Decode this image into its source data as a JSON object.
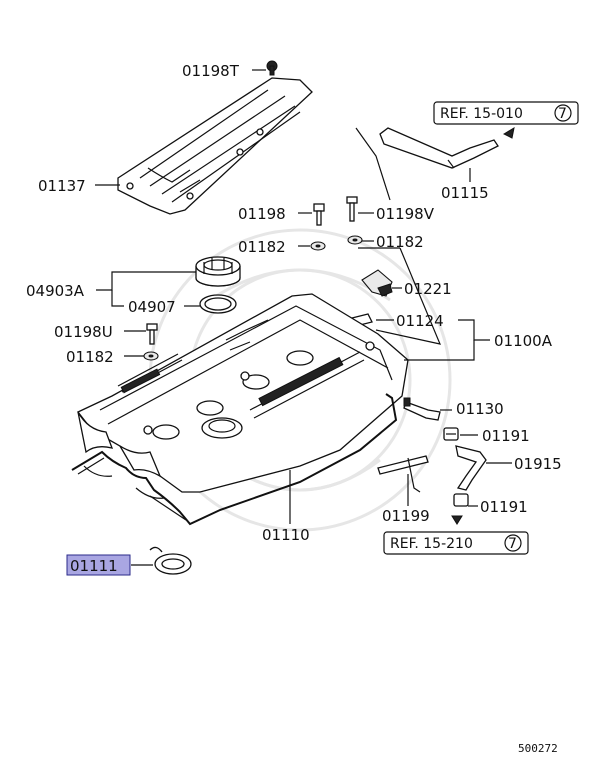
{
  "labels": {
    "p01198T": "01198T",
    "p01137": "01137",
    "p01198": "01198",
    "p01198V": "01198V",
    "p01182a": "01182",
    "p01182b": "01182",
    "p04903A": "04903A",
    "p04907": "04907",
    "p01221": "01221",
    "p01198U": "01198U",
    "p01124": "01124",
    "p01100A": "01100A",
    "p01182c": "01182",
    "p01130": "01130",
    "p01191a": "01191",
    "p01915": "01915",
    "p01199": "01199",
    "p01191b": "01191",
    "p01110": "01110",
    "p01111": "01111",
    "p01115": "01115"
  },
  "refs": {
    "top_text": "REF. 15-010",
    "top_num": "7",
    "bottom_text": "REF. 15-210",
    "bottom_num": "7"
  },
  "diagram_code": "500272",
  "colors": {
    "highlight_fill": "#a9a6e2",
    "highlight_border": "#2a2a8a"
  }
}
